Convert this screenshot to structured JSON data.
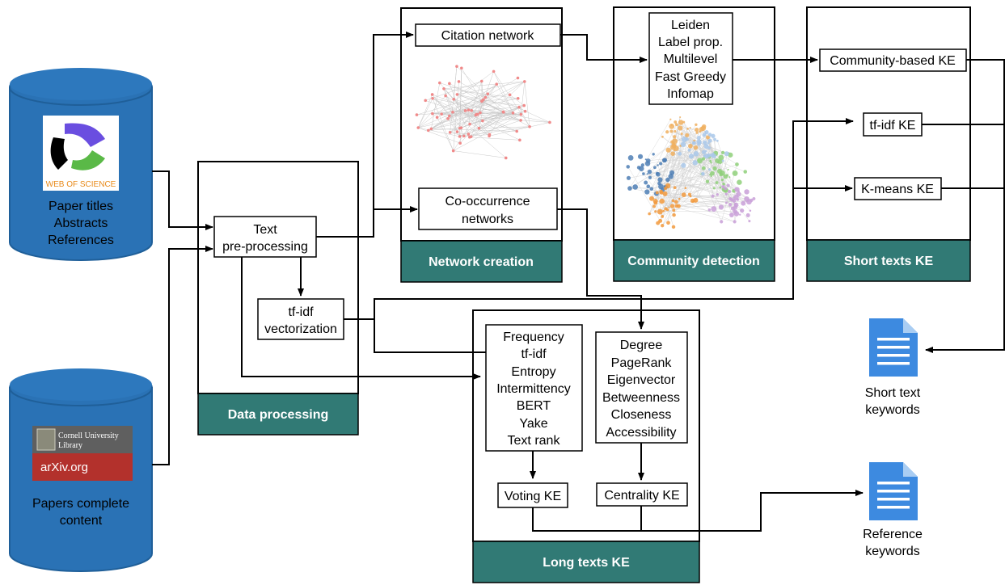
{
  "databases": {
    "wos": {
      "logo_text": "WEB OF SCIENCE",
      "lines": [
        "Paper titles",
        "Abstracts",
        "References"
      ]
    },
    "arxiv": {
      "logo_line1": "Cornell University",
      "logo_line2": "Library",
      "logo_banner": "arXiv.org",
      "lines": [
        "Papers complete",
        "content"
      ]
    }
  },
  "sections": {
    "data_processing": "Data processing",
    "network_creation": "Network creation",
    "community_detection": "Community detection",
    "short_texts_ke": "Short texts KE",
    "long_texts_ke": "Long texts KE"
  },
  "boxes": {
    "text_preprocessing": [
      "Text",
      "pre-processing"
    ],
    "tfidf_vectorization": [
      "tf-idf",
      "vectorization"
    ],
    "citation_network": [
      "Citation network"
    ],
    "cooccurrence_networks": [
      "Co-occurrence",
      "networks"
    ],
    "community_methods": [
      "Leiden",
      "Label prop.",
      "Multilevel",
      "Fast Greedy",
      "Infomap"
    ],
    "community_based_ke": [
      "Community-based KE"
    ],
    "tfidf_ke": [
      "tf-idf KE"
    ],
    "kmeans_ke": [
      "K-means KE"
    ],
    "voting_methods": [
      "Frequency",
      "tf-idf",
      "Entropy",
      "Intermittency",
      "BERT",
      "Yake",
      "Text rank"
    ],
    "centrality_methods": [
      "Degree",
      "PageRank",
      "Eigenvector",
      "Betweenness",
      "Closeness",
      "Accessibility"
    ],
    "voting_ke": [
      "Voting KE"
    ],
    "centrality_ke": [
      "Centrality KE"
    ]
  },
  "outputs": {
    "short_text_keywords": [
      "Short text",
      "keywords"
    ],
    "reference_keywords": [
      "Reference",
      "keywords"
    ]
  },
  "colors": {
    "database_blue": "#2a72b5",
    "section_teal": "#317a75",
    "document_blue": "#3d8ae0",
    "wos_purple": "#6a4ee0",
    "wos_green": "#5ab947",
    "arxiv_red": "#b3312c",
    "cornell_gray": "#5f5f5f"
  }
}
